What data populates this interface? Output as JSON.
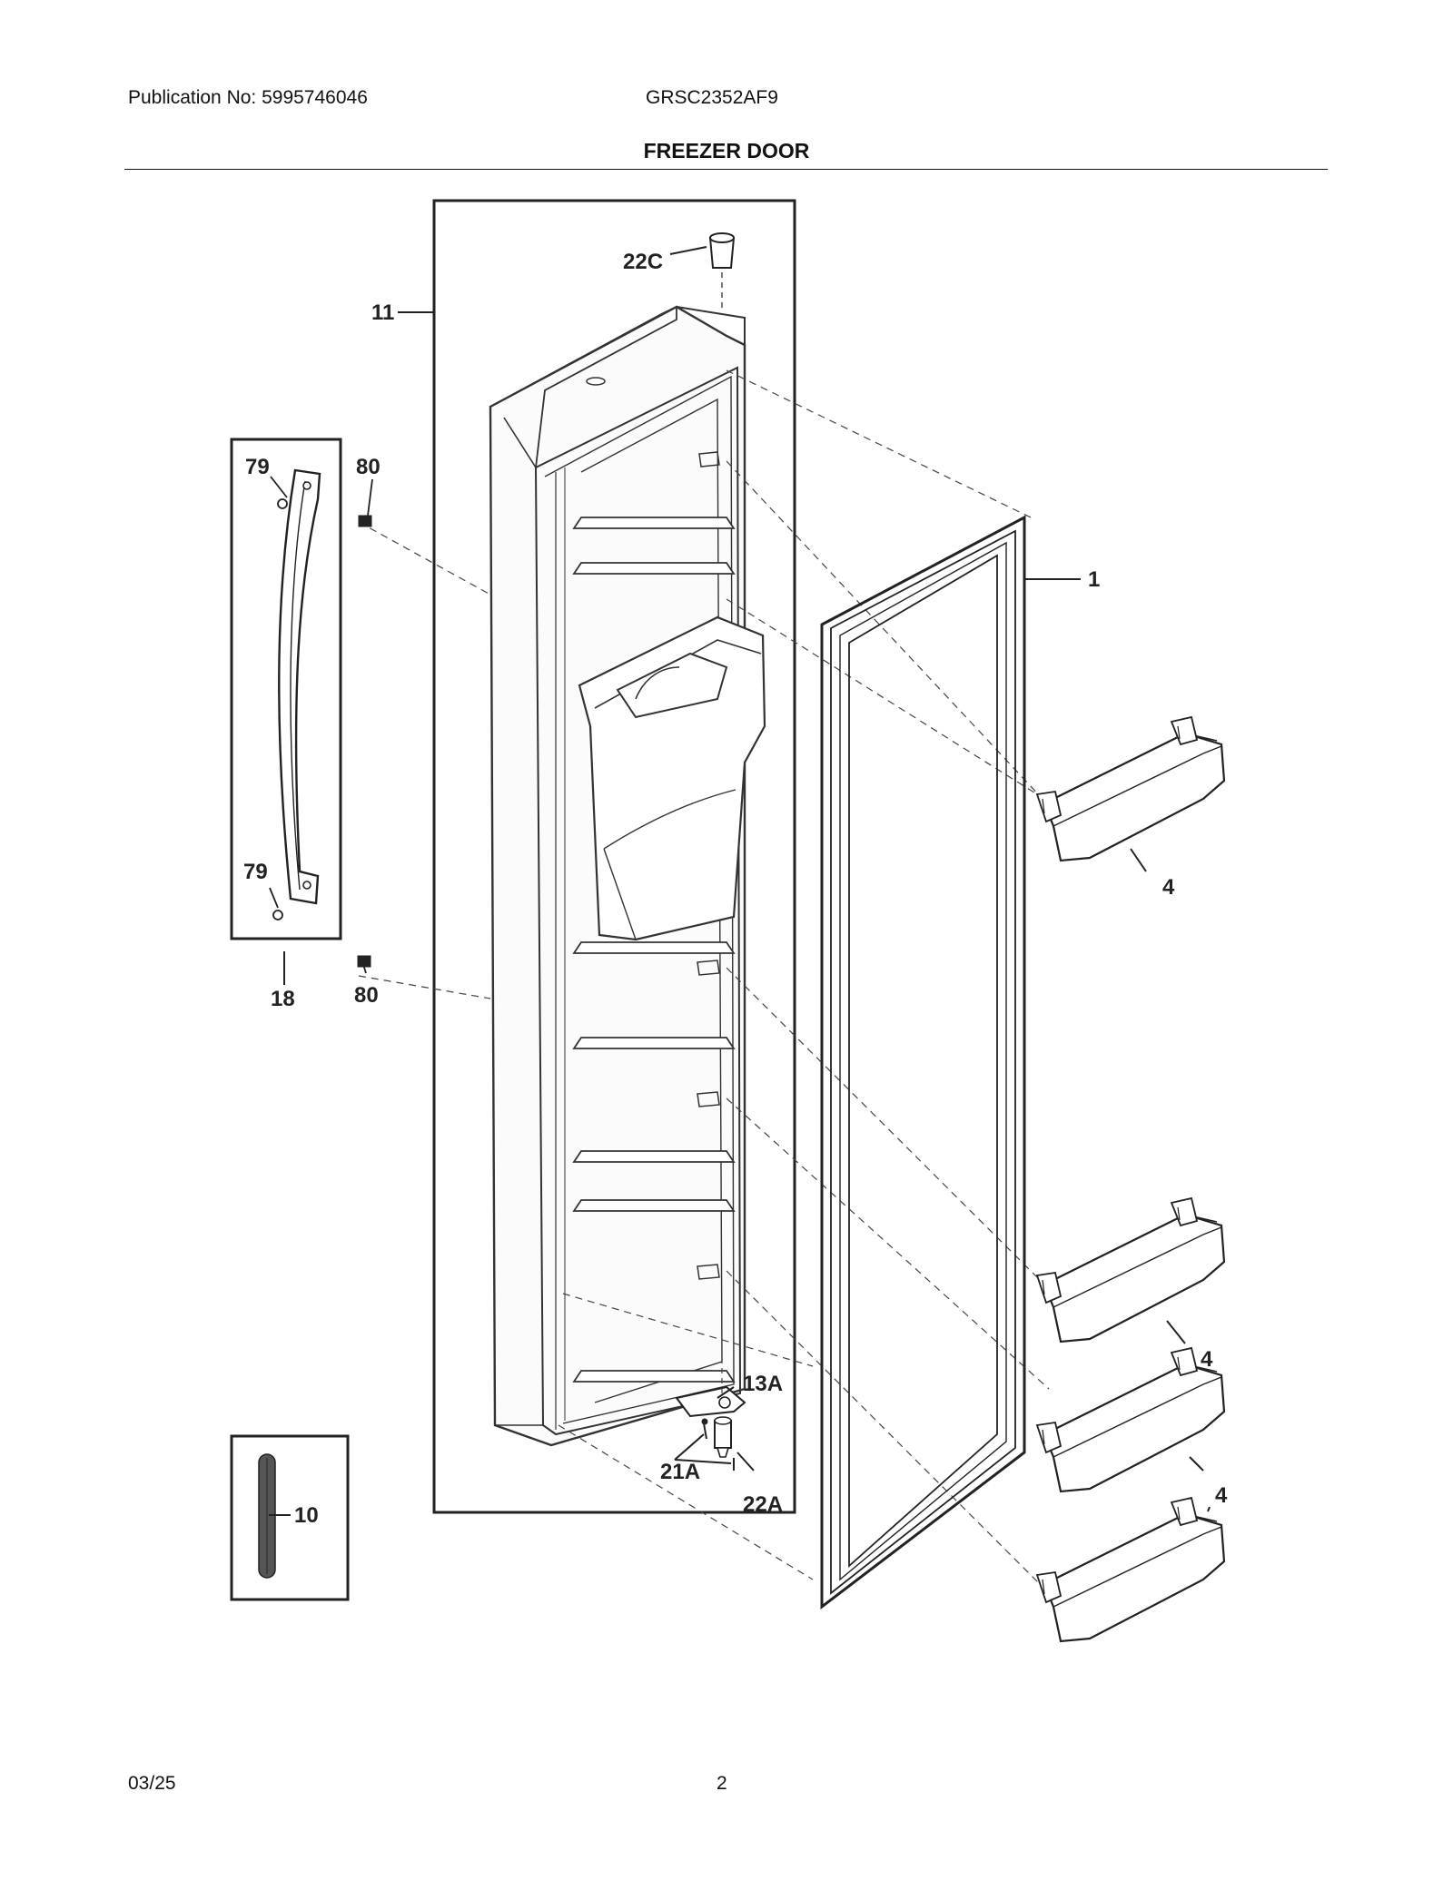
{
  "header": {
    "publication": "Publication No: 5995746046",
    "model": "GRSC2352AF9",
    "title": "FREEZER DOOR"
  },
  "callouts": {
    "c22C": "22C",
    "c11": "11",
    "c79a": "79",
    "c80a": "80",
    "c1": "1",
    "c4a": "4",
    "c79b": "79",
    "c18": "18",
    "c80b": "80",
    "c13A": "13A",
    "c21A": "21A",
    "c22A": "22A",
    "c4b": "4",
    "c4c": "4",
    "c10": "10"
  },
  "footer": {
    "date": "03/25",
    "page": "2"
  }
}
